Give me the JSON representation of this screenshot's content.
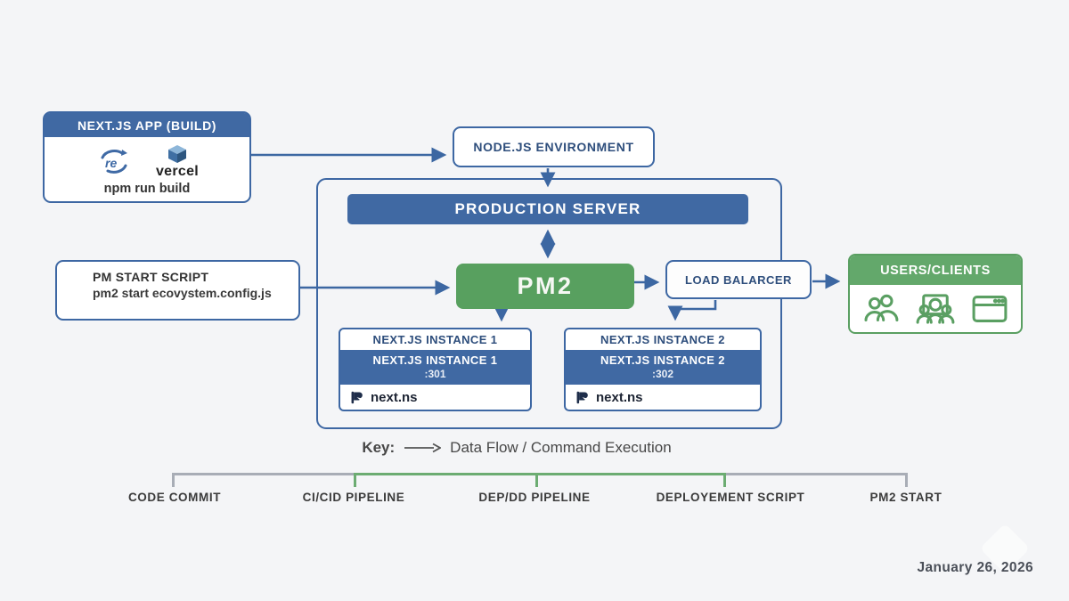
{
  "window": {
    "background": "#f4f5f7",
    "date": "January 26, 2026"
  },
  "palette": {
    "blue": "#4069a3",
    "blue_border": "#3d67a3",
    "navy_text": "#2e4e7c",
    "green": "#58a05f",
    "green_header": "#63a86b",
    "arrow_blue": "#3c67a2",
    "timeline_gray": "#a8adb6",
    "timeline_green": "#6cac72",
    "text_dark": "#333333"
  },
  "app_box": {
    "title": "NEXT.JS APP (BUILD)",
    "logo_text": "re",
    "vercel_label": "vercel",
    "command": "npm run build"
  },
  "node_env": {
    "label": "NODE.JS ENVIRONMENT"
  },
  "production_server": {
    "label": "PRODUCTION SERVER"
  },
  "pm2_box": {
    "label": "PM2"
  },
  "load_balancer": {
    "label": "LOAD BALARCER"
  },
  "pm_script": {
    "title": "PM START SCRIPT",
    "command": "pm2 start ecovystem.config.js"
  },
  "users": {
    "label": "USERS/CLIENTS"
  },
  "instances": [
    {
      "outer_title": "NEXT.JS INSTANCE 1",
      "inner_title": "NEXT.JS INSTANCE 1",
      "port": ":301",
      "runtime": "next.ns"
    },
    {
      "outer_title": "NEXT.JS INSTANCE 2",
      "inner_title": "NEXT.JS INSTANCE 2",
      "port": ":302",
      "runtime": "next.ns"
    }
  ],
  "key": {
    "label": "Key:",
    "description": "Data Flow / Command Execution"
  },
  "timeline": {
    "steps": [
      {
        "label": "CODE COMMIT"
      },
      {
        "label": "CI/CID PIPELINE"
      },
      {
        "label": "DEP/DD PIPELINE"
      },
      {
        "label": "DEPLOYEMENT SCRIPT"
      },
      {
        "label": "PM2 START"
      }
    ]
  }
}
